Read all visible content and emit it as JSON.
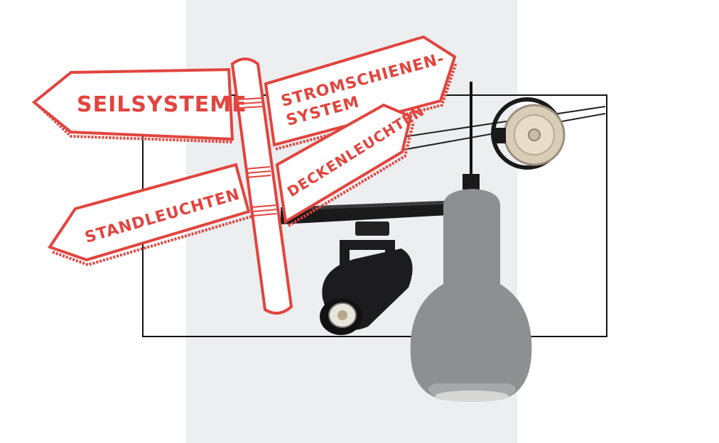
{
  "signpost": {
    "sign_seilsysteme": "SEILSYSTEME",
    "sign_stromschienen_line1": "STROMSCHIENEN-",
    "sign_stromschienen_line2": "SYSTEM",
    "sign_deckenleuchten": "DECKENLEUCHTEN",
    "sign_standleuchten": "STANDLEUCHTEN"
  },
  "colors": {
    "accent": "#e2443e",
    "panel": "#eceef0",
    "concrete": "#8e8f90",
    "spot": "#1c1c1e"
  },
  "icons": [
    "signpost-icon",
    "track-spotlight-icon",
    "concrete-pendant-lamp-icon",
    "cable-light-icon"
  ]
}
